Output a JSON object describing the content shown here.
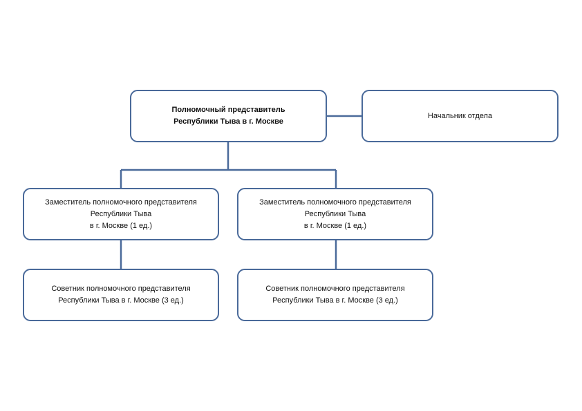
{
  "diagram": {
    "head": {
      "lines": [
        "Полномочный представитель",
        "Республики Тыва в г. Москве"
      ]
    },
    "chief": {
      "lines": [
        "Начальник отдела"
      ]
    },
    "deputy_left": {
      "lines": [
        "Заместитель полномочного представителя",
        "Республики Тыва",
        "в г. Москве (1 ед.)"
      ]
    },
    "deputy_right": {
      "lines": [
        "Заместитель полномочного представителя",
        "Республики Тыва",
        "в г. Москве (1 ед.)"
      ]
    },
    "advisor_left": {
      "lines": [
        "Советник полномочного представителя",
        "Республики Тыва в г. Москве (3 ед.)"
      ]
    },
    "advisor_right": {
      "lines": [
        "Советник полномочного представителя",
        "Республики Тыва в г. Москве (3 ед.)"
      ]
    },
    "colors": {
      "border": "#4a6a9a",
      "text": "#111111",
      "background": "#ffffff"
    }
  }
}
